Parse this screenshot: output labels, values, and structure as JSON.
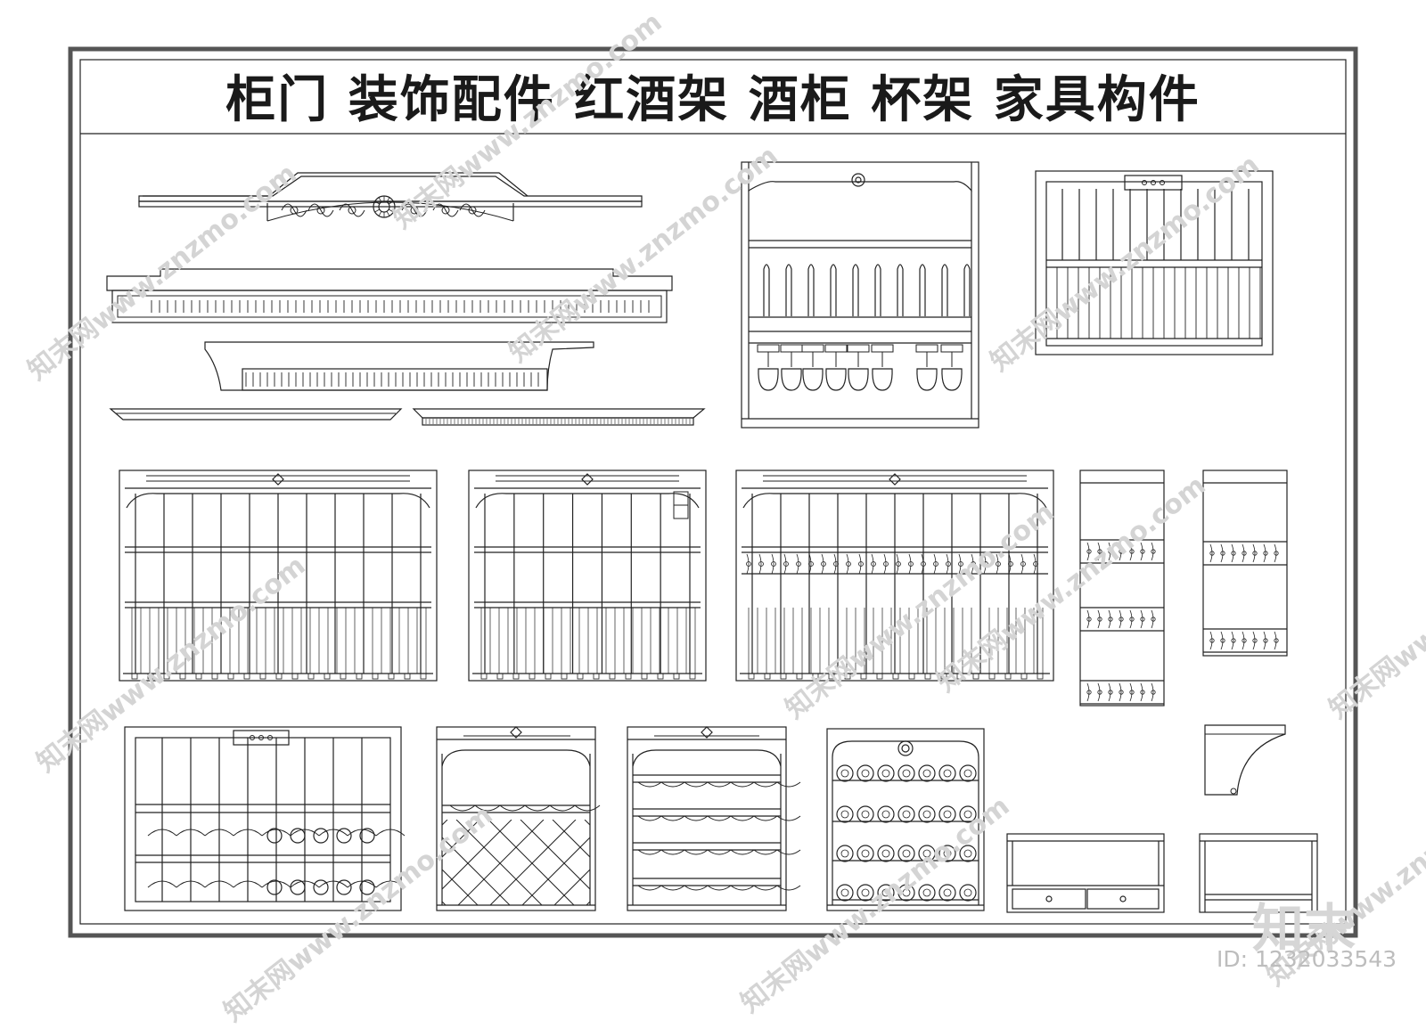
{
  "sheet": {
    "title": "柜门 装饰配件 红酒架 酒柜 杯架 家具构件"
  },
  "watermark": {
    "text": "知末网www.znzmo.com",
    "brand": "知末",
    "id_label": "ID: 1232033543"
  },
  "icons": {
    "frame": "drawing-frame",
    "crown": "crown-moulding-icon",
    "cornice": "cornice-icon",
    "wine_rack": "wine-rack-icon",
    "glass": "wine-glass-icon",
    "bracket": "corbel-bracket-icon",
    "drawer": "drawer-icon"
  },
  "colors": {
    "line": "#222222",
    "frame": "#555555",
    "watermark": "#d4d4d4"
  }
}
